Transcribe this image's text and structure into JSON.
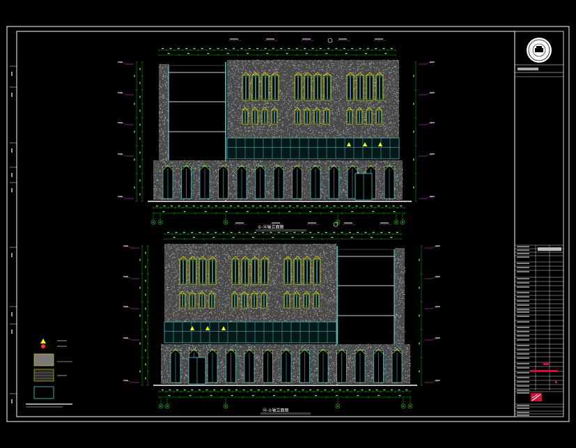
{
  "drawing": {
    "sheet_border_color": "#ffffff",
    "background_color": "#000000",
    "colors": {
      "facade_stone": "#c8c8c8",
      "frame_yellow": "#e8e800",
      "glass_cyan": "#5ad0d0",
      "dimension_green": "#00c000",
      "annotation_magenta": "#c040c0",
      "text_white": "#ffffff",
      "warning_triangle": "#ffff00",
      "marker_red": "#ff3030",
      "logo_red": "#d01030"
    },
    "elevations": [
      {
        "id": "upper",
        "caption": "①-⑭轴立面图"
      },
      {
        "id": "lower",
        "caption": "⑭-①轴立面图"
      }
    ],
    "legend": {
      "items": [
        {
          "icon": "warning-triangle-icon",
          "text": ""
        },
        {
          "icon": "red-marker-icon",
          "text": ""
        },
        {
          "icon": "stone-swatch-icon",
          "text": ""
        },
        {
          "icon": "panel-swatch-icon",
          "text": ""
        },
        {
          "icon": "glass-swatch-icon",
          "text": ""
        }
      ]
    },
    "title_block": {
      "logo_icon": "university-seal-icon",
      "company_logo_icon": "company-logo-icon"
    }
  }
}
